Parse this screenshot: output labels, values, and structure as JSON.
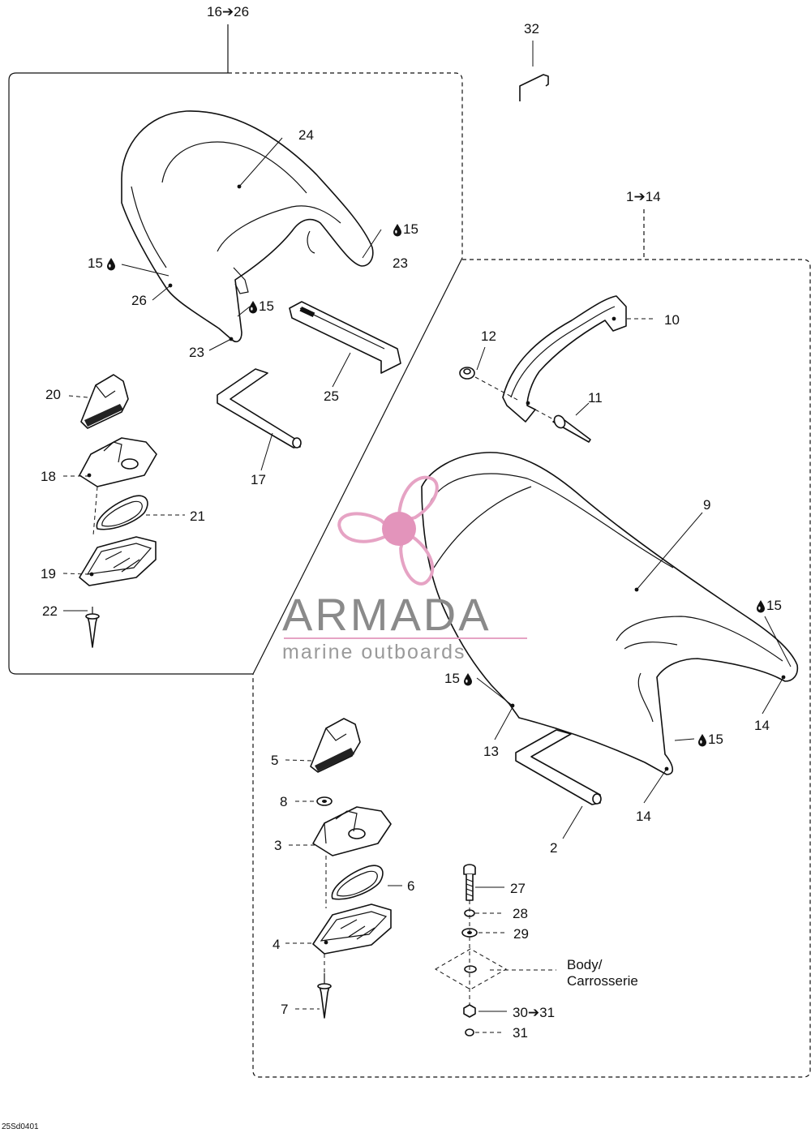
{
  "groups": {
    "left_range": "16➔26",
    "right_range": "1➔14",
    "clip_label": "32"
  },
  "callouts": {
    "c24": "24",
    "c15_top": "15",
    "c23_top": "23",
    "c15_left": "15",
    "c26": "26",
    "c15_mid": "15",
    "c23_bottom": "23",
    "c25": "25",
    "c17": "17",
    "c20": "20",
    "c18": "18",
    "c21": "21",
    "c19": "19",
    "c22": "22",
    "c10": "10",
    "c12": "12",
    "c11": "11",
    "c9": "9",
    "c15_right": "15",
    "c14_right": "14",
    "c15_center": "15",
    "c13": "13",
    "c15_lower": "15",
    "c14_lower": "14",
    "c2": "2",
    "c5": "5",
    "c8": "8",
    "c3": "3",
    "c6": "6",
    "c4": "4",
    "c7": "7",
    "c27": "27",
    "c28": "28",
    "c29": "29",
    "c30_range": "30➔31",
    "c31": "31"
  },
  "body_label": {
    "line1": "Body/",
    "line2": "Carrosserie"
  },
  "watermark": {
    "brand": "ARMADA",
    "tagline": "marine outboards",
    "logo_color": "#e6a3c4",
    "logo_hub_color": "#e394bb"
  },
  "drawing_code": "25Sd0401",
  "icons": {
    "lubricant": "drop-icon"
  }
}
